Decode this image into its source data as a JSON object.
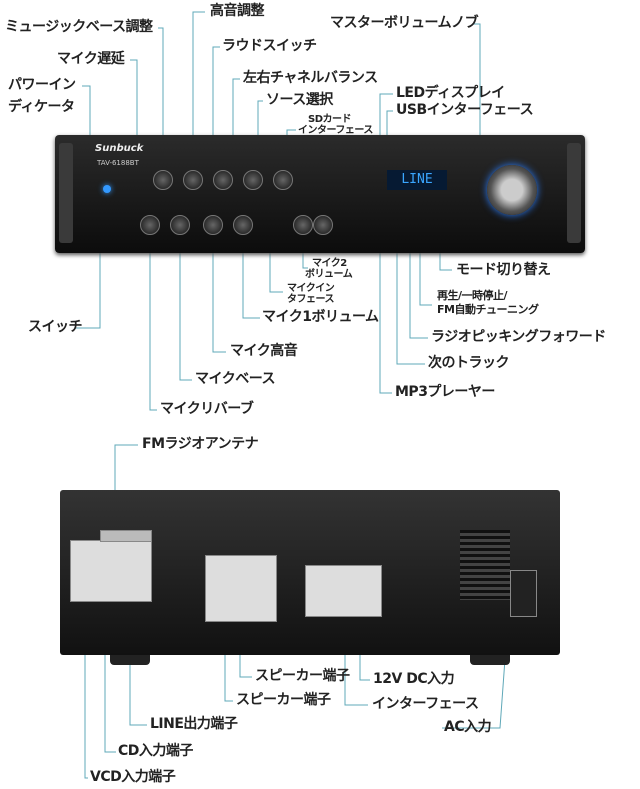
{
  "front_labels": {
    "music_bass": "ミュージックベース調整",
    "treble": "高音調整",
    "mic_delay": "マイク遅延",
    "loud_switch": "ラウドスイッチ",
    "power_indicator_1": "パワーイン",
    "power_indicator_2": "ディケータ",
    "balance": "左右チャネルバランス",
    "source_select": "ソース選択",
    "sd_card_1": "SDカード",
    "sd_card_2": "インターフェース",
    "master_volume": "マスターボリュームノブ",
    "led_display": "LEDディスプレイ",
    "usb": "USBインターフェース",
    "switch": "スイッチ",
    "mic2_volume_1": "マイク2",
    "mic2_volume_2": "ボリューム",
    "mic_interface_1": "マイクイン",
    "mic_interface_2": "タフェース",
    "mic1_volume": "マイク1ボリューム",
    "mic_treble": "マイク高音",
    "mic_bass": "マイクベース",
    "mic_reverb": "マイクリバーブ",
    "mode_switch": "モード切り替え",
    "play_pause_1": "再生/一時停止/",
    "play_pause_2": "FM自動チューニング",
    "radio_forward": "ラジオピッキングフォワード",
    "next_track": "次のトラック",
    "mp3_player": "MP3プレーヤー"
  },
  "device_front": {
    "brand": "Sunbuck",
    "model": "TAV-6188BT",
    "display": "LINE"
  },
  "rear_labels": {
    "fm_antenna": "FMラジオアンテナ",
    "speaker_terminal_1": "スピーカー端子",
    "speaker_terminal_2": "スピーカー端子",
    "dc_input": "12V DC入力",
    "interface": "インターフェース",
    "ac_input": "AC入力",
    "line_out": "LINE出力端子",
    "cd_in": "CD入力端子",
    "vcd_in": "VCD入力端子"
  },
  "colors": {
    "leader_line": "#5fa8b8",
    "label_text": "#222222"
  }
}
